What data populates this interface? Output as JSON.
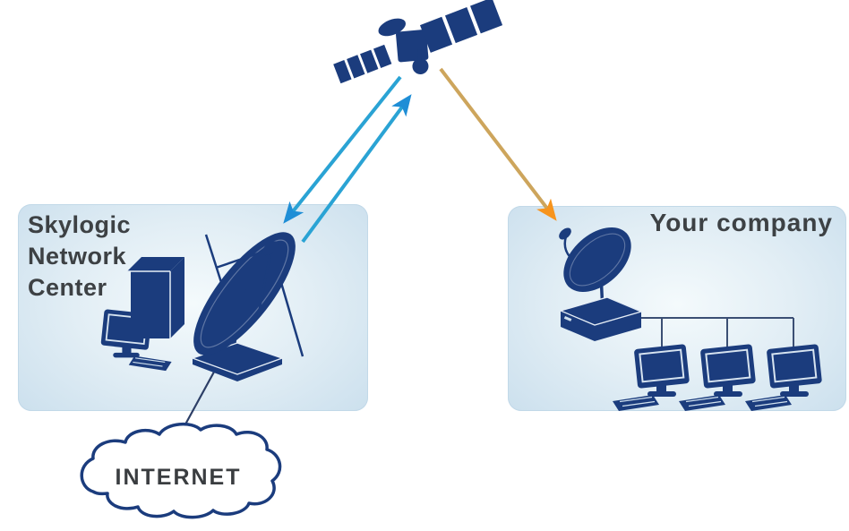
{
  "page": {
    "background": "#ffffff",
    "kind": "satellite-network-diagram"
  },
  "colors": {
    "navy": "#1b3c7d",
    "panel_center": "#f4fafc",
    "panel_edge": "#c7ddec",
    "arrow_blue_shaft": "#2aa3d4",
    "arrow_blue_head": "#1f8ed6",
    "arrow_orange_shaft": "#cda55c",
    "arrow_orange_head": "#f7941d",
    "label_text": "#3d4144",
    "plain_line": "#2c3e66"
  },
  "nodes": {
    "satellite": {
      "icon": "satellite-icon"
    },
    "network_center": {
      "label": "Skylogic\nNetwork\nCenter",
      "icons": [
        "desktop-computer-icon",
        "server-tower-icon",
        "ground-station-dish-icon"
      ]
    },
    "company": {
      "label": "Your company",
      "icons": [
        "satellite-dish-icon",
        "satellite-modem-icon",
        "workstation-icon"
      ],
      "workstation_count": 3
    },
    "internet": {
      "label": "INTERNET",
      "icon": "internet-cloud-icon"
    }
  },
  "links": [
    {
      "from": "network_center_dish",
      "to": "satellite",
      "type": "arrow",
      "color": "#2aa3d4"
    },
    {
      "from": "satellite",
      "to": "network_center_dish",
      "type": "arrow",
      "color": "#2aa3d4"
    },
    {
      "from": "satellite",
      "to": "company_dish",
      "type": "arrow",
      "color": "#f7941d"
    },
    {
      "from": "network_center_dish",
      "to": "internet",
      "type": "line",
      "color": "#2c3e66"
    },
    {
      "from": "company_modem",
      "to": "workstations",
      "type": "line",
      "color": "#2c3e66"
    }
  ]
}
